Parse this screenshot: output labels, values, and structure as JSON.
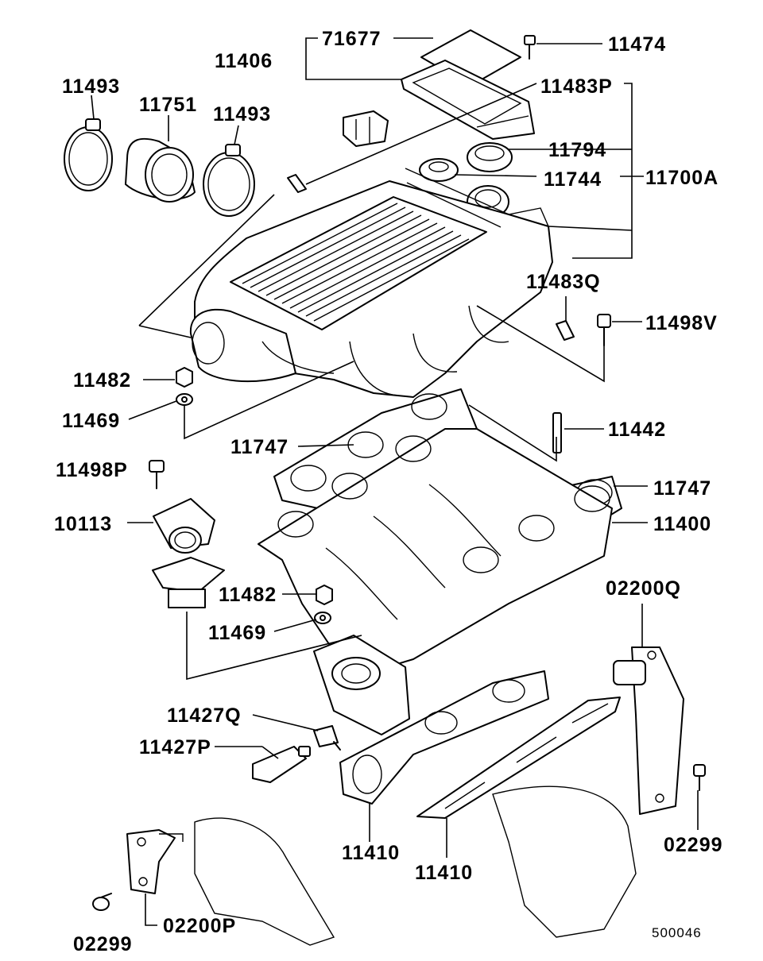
{
  "labels": {
    "p71677": "71677",
    "p11406": "11406",
    "p11474": "11474",
    "p11493_l": "11493",
    "p11751": "11751",
    "p11493_r": "11493",
    "p11483P": "11483P",
    "p11794": "11794",
    "p11744": "11744",
    "p11700A": "11700A",
    "p11483Q": "11483Q",
    "p11498V": "11498V",
    "p11482_a": "11482",
    "p11469_a": "11469",
    "p11747_a": "11747",
    "p11442": "11442",
    "p11498P": "11498P",
    "p11747_b": "11747",
    "p10113": "10113",
    "p11400": "11400",
    "p02200Q": "02200Q",
    "p11482_b": "11482",
    "p11469_b": "11469",
    "p11427Q": "11427Q",
    "p11427P": "11427P",
    "p11410_a": "11410",
    "p11410_b": "11410",
    "p02299_r": "02299",
    "p02299_l": "02299",
    "p02200P": "02200P"
  },
  "diagram_code": "500046"
}
